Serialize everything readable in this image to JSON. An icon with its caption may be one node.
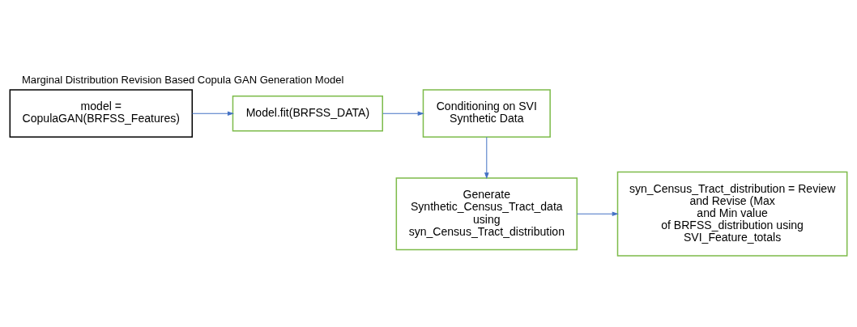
{
  "diagram": {
    "title": "Marginal Distribution Revision Based Copula GAN Generation Model",
    "nodes": [
      {
        "text": [
          "model = CopulaGAN(BRFSS_Features)"
        ]
      },
      {
        "text": [
          "Model.fit(BRFSS_DATA)"
        ]
      },
      {
        "text": [
          "Conditioning on SVI Synthetic Data"
        ]
      },
      {
        "text": [
          "syn_Census_Tract_distribution = Review and Revise (Max and Min value of BRFSS_distribution using SVI_Feature_totals"
        ]
      },
      {
        "text": [
          "Generate Synthetic_Census_Tract_data using syn_Census_Tract_distribution"
        ]
      }
    ],
    "edges": [
      {
        "from": 0,
        "to": 1,
        "arrow": "to"
      },
      {
        "from": 1,
        "to": 2,
        "arrow": "to"
      },
      {
        "from": 2,
        "to": 4,
        "arrow": "to"
      },
      {
        "from": 4,
        "to": 3,
        "arrow": "to"
      }
    ]
  }
}
